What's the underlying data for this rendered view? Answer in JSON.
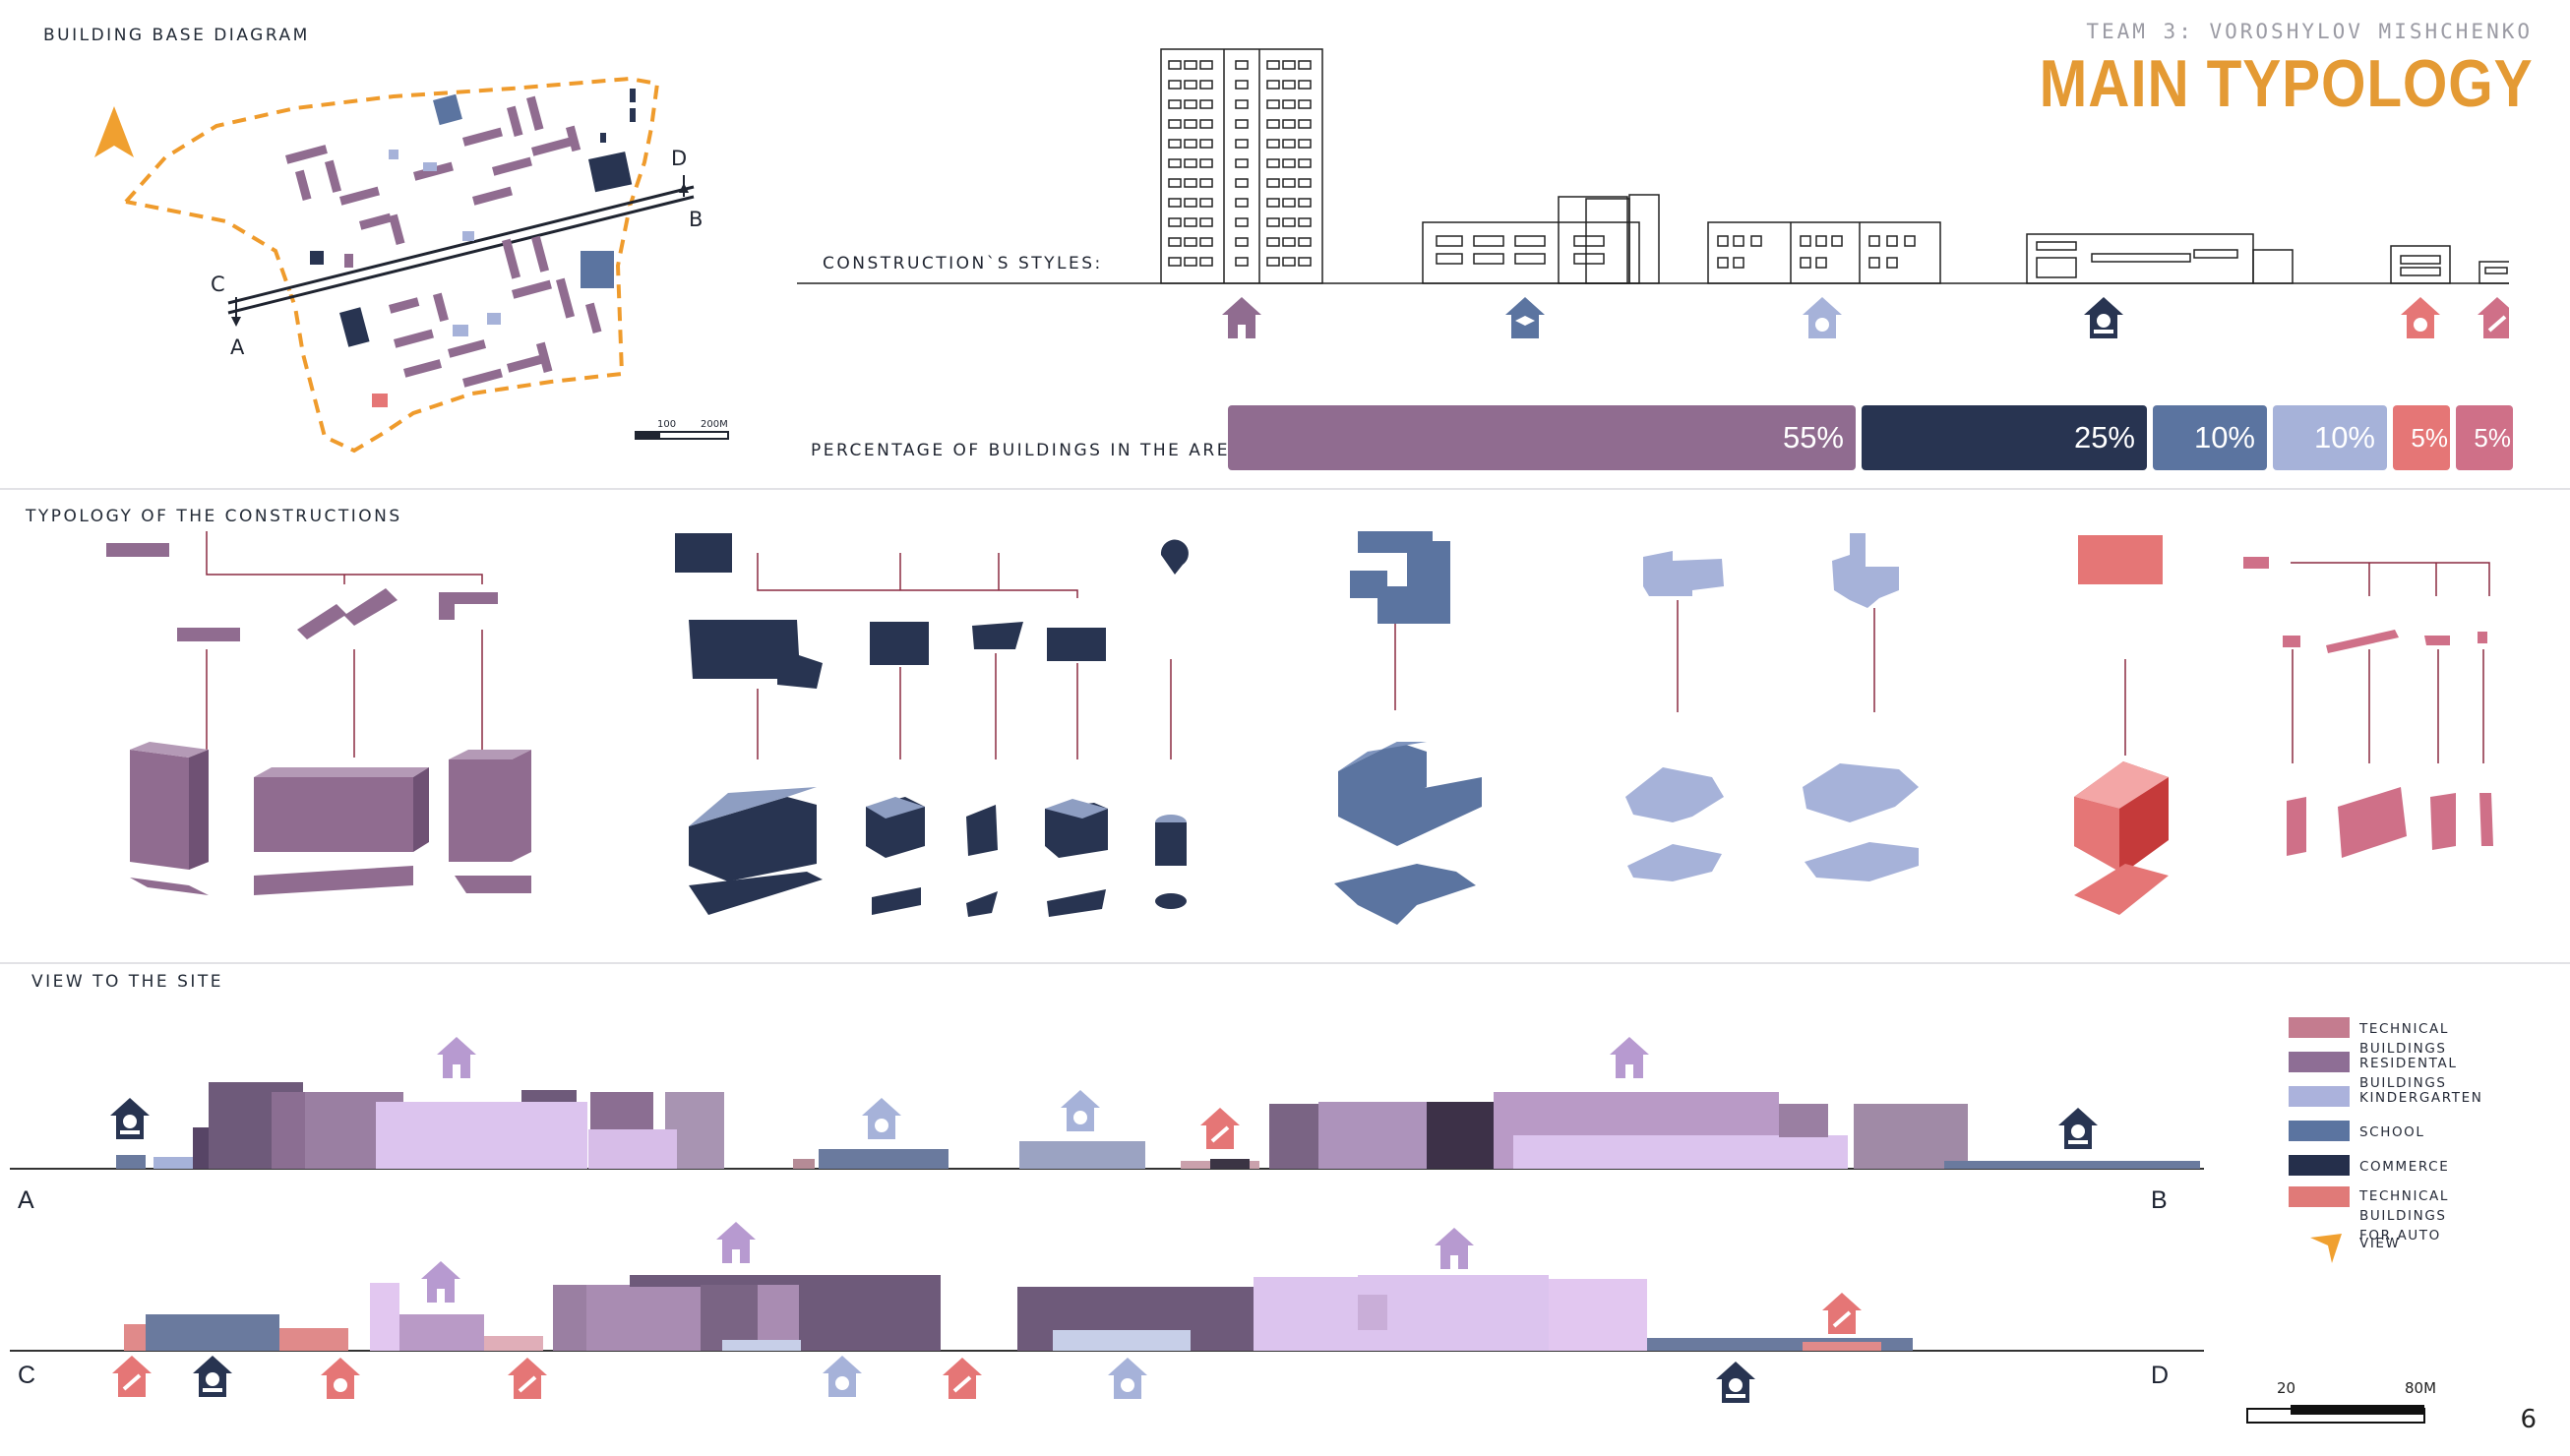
{
  "header": {
    "team": "TEAM 3: VOROSHYLOV  MISHCHENKO",
    "title": "MAIN TYPOLOGY"
  },
  "sections": {
    "base_diagram": "BUILDING BASE DIAGRAM",
    "construction_styles": "CONSTRUCTION`S STYLES:",
    "percentage": "PERCENTAGE OF BUILDINGS IN THE AREA :",
    "typology": "TYPOLOGY OF THE CONSTRUCTIONS",
    "view": "VIEW TO THE SITE"
  },
  "map": {
    "section_labels": [
      "A",
      "B",
      "C",
      "D"
    ],
    "scale": [
      "100",
      "200M"
    ]
  },
  "percentages": [
    {
      "label": "55%",
      "value": 55,
      "color": "#906c90"
    },
    {
      "label": "25%",
      "value": 25,
      "color": "#283451"
    },
    {
      "label": "10%",
      "value": 10,
      "color": "#5b74a0"
    },
    {
      "label": "10%",
      "value": 10,
      "color": "#a6b2d9"
    },
    {
      "label": "5%",
      "value": 5,
      "color": "#e57676"
    },
    {
      "label": "5%",
      "value": 5,
      "color": "#cf7088"
    }
  ],
  "legend": [
    {
      "label": "TECHNICAL BUILDINGS",
      "color": "#c47c8f"
    },
    {
      "label": "RESIDENTAL BUILDINGS",
      "color": "#8e6e95"
    },
    {
      "label": "KINDERGARTEN",
      "color": "#abb2dc"
    },
    {
      "label": "SCHOOL",
      "color": "#5b74a0"
    },
    {
      "label": "COMMERCE",
      "color": "#252f4b"
    },
    {
      "label": "TECHNICAL BUILDINGS",
      "label2": "FOR AUTO",
      "color": "#e07a78"
    },
    {
      "label": "VIEW",
      "color": "#f0a030"
    }
  ],
  "site_sections": {
    "start_top": "A",
    "end_top": "B",
    "start_bottom": "C",
    "end_bottom": "D"
  },
  "scale_bottom": [
    "20",
    "80M"
  ],
  "page_number": "6",
  "colors": {
    "residential": "#906c90",
    "commerce": "#283451",
    "school": "#5b74a0",
    "kindergarten": "#a6b2d9",
    "auto": "#e57676",
    "technical": "#cf7088",
    "accent": "#e49a34"
  }
}
